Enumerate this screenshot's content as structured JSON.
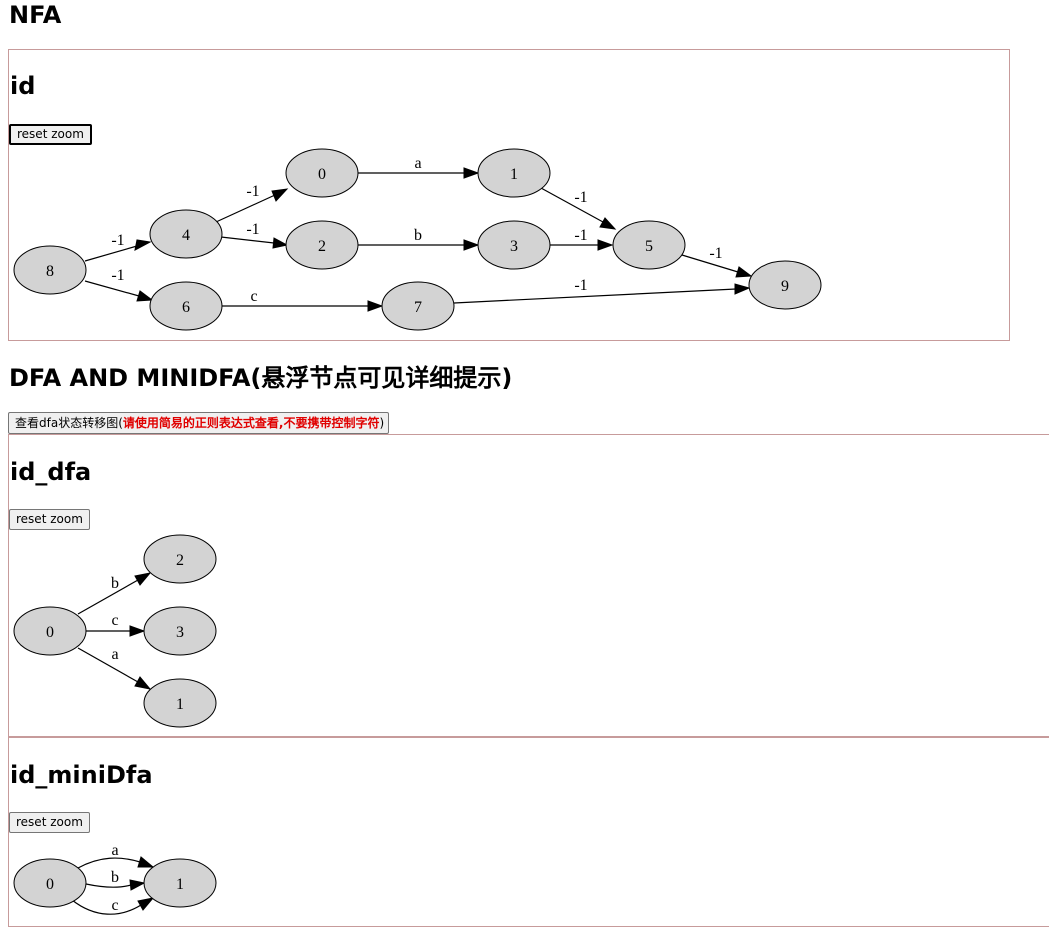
{
  "nfa_section": {
    "title": "NFA",
    "panel_title": "id",
    "reset_label": "reset zoom",
    "nodes": [
      "8",
      "4",
      "6",
      "0",
      "2",
      "1",
      "3",
      "5",
      "7",
      "9"
    ],
    "edges": [
      {
        "from": "8",
        "to": "4",
        "label": "-1"
      },
      {
        "from": "8",
        "to": "6",
        "label": "-1"
      },
      {
        "from": "4",
        "to": "0",
        "label": "-1"
      },
      {
        "from": "4",
        "to": "2",
        "label": "-1"
      },
      {
        "from": "0",
        "to": "1",
        "label": "a"
      },
      {
        "from": "2",
        "to": "3",
        "label": "b"
      },
      {
        "from": "6",
        "to": "7",
        "label": "c"
      },
      {
        "from": "1",
        "to": "5",
        "label": "-1"
      },
      {
        "from": "3",
        "to": "5",
        "label": "-1"
      },
      {
        "from": "5",
        "to": "9",
        "label": "-1"
      },
      {
        "from": "7",
        "to": "9",
        "label": "-1"
      }
    ]
  },
  "dfa_section": {
    "title": "DFA AND MINIDFA(悬浮节点可见详细提示)",
    "view_button_label": "查看dfa状态转移图(",
    "view_button_warning": "请使用简易的正则表达式查看,不要携带控制字符",
    "view_button_end": ")",
    "dfa_panel": {
      "title": "id_dfa",
      "reset_label": "reset zoom",
      "nodes": [
        "0",
        "2",
        "3",
        "1"
      ],
      "edges": [
        {
          "from": "0",
          "to": "2",
          "label": "b"
        },
        {
          "from": "0",
          "to": "3",
          "label": "c"
        },
        {
          "from": "0",
          "to": "1",
          "label": "a"
        }
      ]
    },
    "minidfa_panel": {
      "title": "id_miniDfa",
      "reset_label": "reset zoom",
      "nodes": [
        "0",
        "1"
      ],
      "edges": [
        {
          "from": "0",
          "to": "1",
          "label": "a"
        },
        {
          "from": "0",
          "to": "1",
          "label": "b"
        },
        {
          "from": "0",
          "to": "1",
          "label": "c"
        }
      ]
    }
  }
}
